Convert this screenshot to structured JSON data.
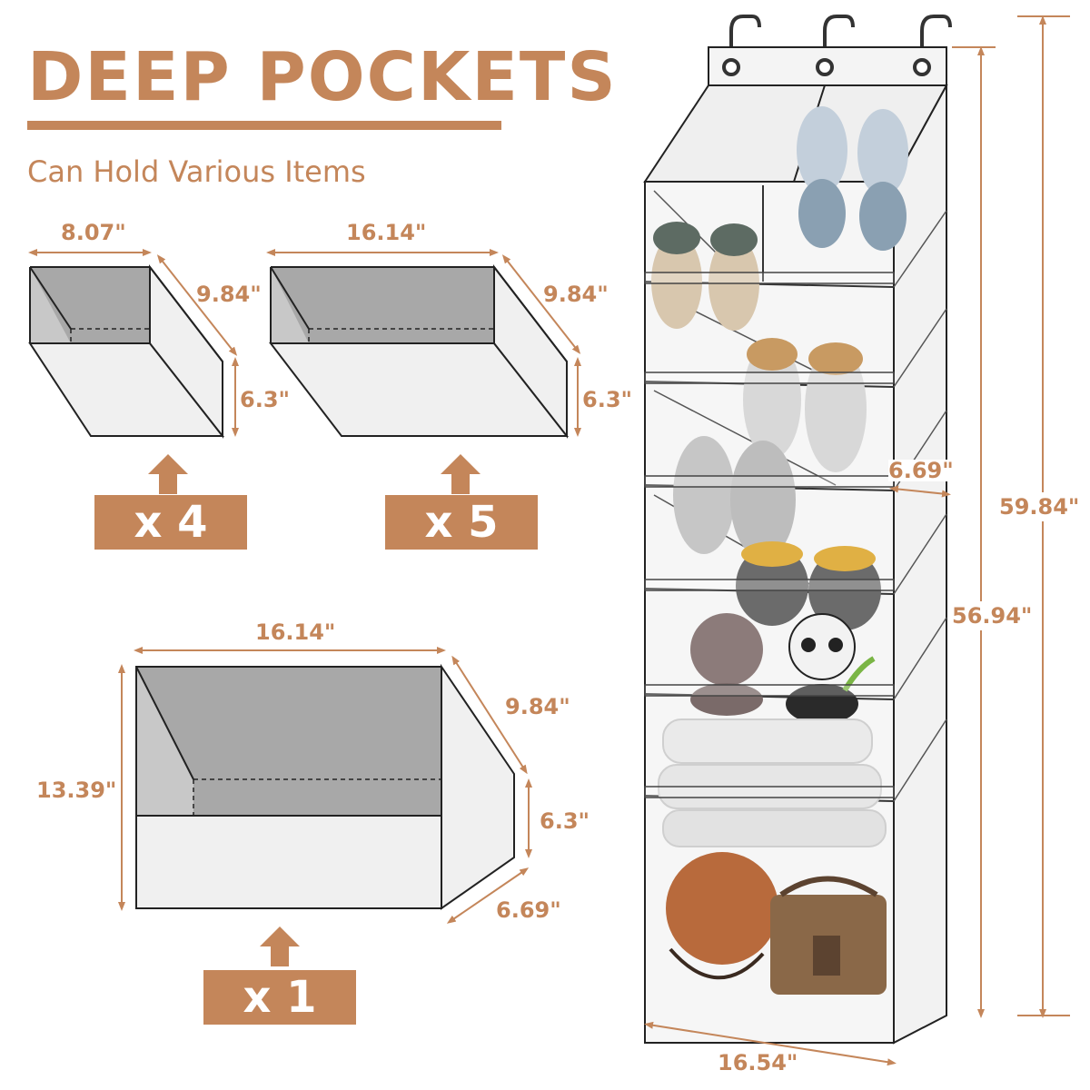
{
  "header": {
    "title": "DEEP POCKETS",
    "subtitle": "Can Hold Various Items"
  },
  "pockets": {
    "small": {
      "width": "8.07\"",
      "depth": "9.84\"",
      "height": "6.3\"",
      "quantity": "x 4"
    },
    "medium": {
      "width": "16.14\"",
      "depth": "9.84\"",
      "height": "6.3\"",
      "quantity": "x 5"
    },
    "large": {
      "width": "16.14\"",
      "depth": "9.84\"",
      "front_height": "6.3\"",
      "total_height": "13.39\"",
      "bottom_depth": "6.69\"",
      "quantity": "x 1"
    }
  },
  "organizer": {
    "overall_height": "59.84\"",
    "body_height": "56.94\"",
    "width": "16.54\"",
    "side_depth": "6.69\""
  },
  "colors": {
    "accent": "#c4865a",
    "pocket_inner": "#a8a8a8",
    "pocket_face": "#f0f0f0"
  }
}
